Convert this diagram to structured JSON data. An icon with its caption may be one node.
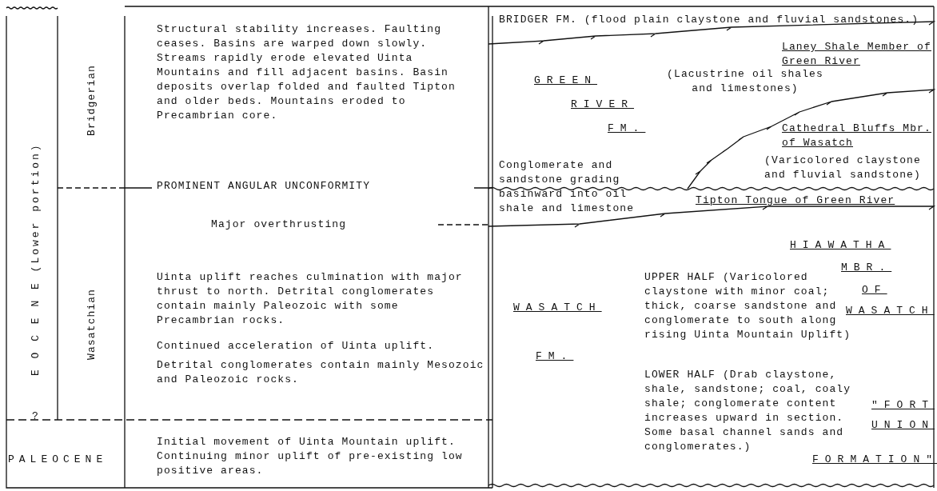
{
  "diagram": {
    "labels": [
      "E O C E N E (Lower portion)",
      "Bridgerian",
      "Structural stability increases.  Faulting ceases.  Basins are warped down slowly. Streams rapidly erode elevated Uinta Mountains and fill adjacent basins.  Basin deposits overlap folded and faulted Tipton and older beds.  Mountains eroded to Precambrian core.",
      "BRIDGER FM. (flood plain claystone and fluvial sandstones.)",
      "Laney Shale Member of Green River",
      "(Lacustrine oil shales and limestones)",
      "GREEN",
      "RIVER",
      "FM.",
      "Cathedral Bluffs Mbr. of Wasatch",
      "(Varicolored claystone and fluvial sandstone)",
      "Conglomerate and sandstone grading basinward into oil shale and limestone",
      "PROMINENT ANGULAR UNCONFORMITY",
      "Tipton Tongue of Green River",
      "Major overthrusting",
      "HIAWATHA",
      "MBR.",
      "Wasatchian",
      "UPPER HALF (Varicolored claystone with minor coal; thick, coarse sandstone and conglomerate to south along rising Uinta Mountain Uplift)",
      "OF",
      "WASATCH",
      "WASATCH",
      "Uinta uplift reaches culmination with major thrust to north.  Detrital conglomerates contain mainly Paleozoic with some Precambrian rocks.",
      "Continued acceleration of Uinta uplift.",
      "Detrital conglomerates contain mainly Mesozoic and Paleozoic rocks.",
      "FM.",
      "LOWER HALF (Drab claystone, shale, sandstone; coal, coaly shale; conglomerate content increases upward in section. Some basal channel sands and conglomerates.)",
      "\"FORT",
      "UNION",
      "?",
      "FORMATION\"",
      "PALEOCENE",
      "Initial movement of Uinta Mountain uplift. Continuing minor uplift of pre-existing low positive areas."
    ]
  }
}
